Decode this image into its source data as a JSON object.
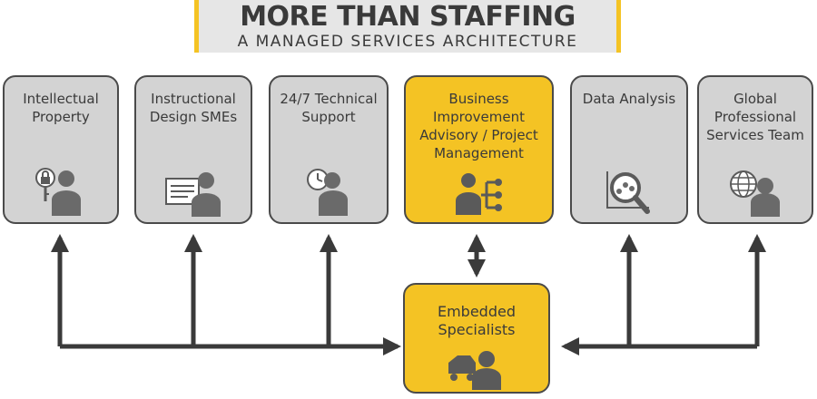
{
  "header": {
    "title": "MORE THAN STAFFING",
    "subtitle": "A MANAGED SERVICES ARCHITECTURE"
  },
  "boxes": [
    {
      "label": "Intellectual\nProperty",
      "icon": "person-with-lock-icon"
    },
    {
      "label": "Instructional\nDesign SMEs",
      "icon": "person-with-document-icon"
    },
    {
      "label": "24/7 Technical\nSupport",
      "icon": "person-with-clock-icon"
    },
    {
      "label": "Business\nImprovement\nAdvisory / Project\nManagement",
      "icon": "person-with-hierarchy-icon"
    },
    {
      "label": "Data Analysis",
      "icon": "magnifier-chart-icon"
    },
    {
      "label": "Global\nProfessional\nServices Team",
      "icon": "person-with-globe-icon"
    }
  ],
  "center": {
    "label": "Embedded\nSpecialists",
    "icon": "person-with-tools-icon"
  },
  "colors": {
    "box_gray": "#d3d3d3",
    "highlight_yellow": "#f4c324",
    "line_dark": "#3a3a3a"
  }
}
